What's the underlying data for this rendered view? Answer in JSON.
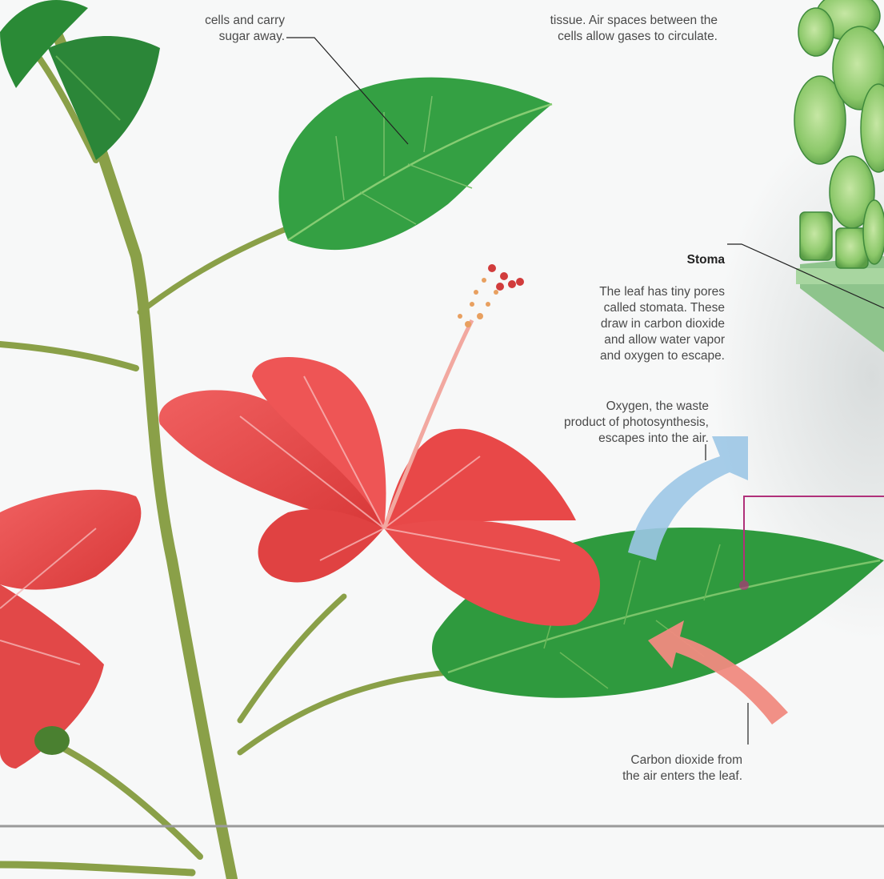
{
  "labels": {
    "phloem": {
      "partial": "cells and carry\nsugar away."
    },
    "spongy": {
      "partial": "tissue. Air spaces between the\ncells allow gases to circulate."
    },
    "stoma": {
      "title": "Stoma",
      "body": "The leaf has tiny pores\ncalled stomata. These\ndraw in carbon dioxide\nand allow water vapor\nand oxygen to escape."
    },
    "oxygen": {
      "body": "Oxygen, the waste\nproduct of photosynthesis,\nescapes into the air."
    },
    "carbon_dioxide": {
      "body": "Carbon dioxide from\nthe air enters the leaf."
    }
  },
  "colors": {
    "background": "#f7f8f8",
    "petal": "#e84a4a",
    "leaf": "#2f9a3e",
    "stem": "#8aa048",
    "oxygen_arrow": "#9cc6e6",
    "co2_arrow": "#f08a80",
    "leader_pink": "#b0307a",
    "cells": "#9cce7a"
  }
}
